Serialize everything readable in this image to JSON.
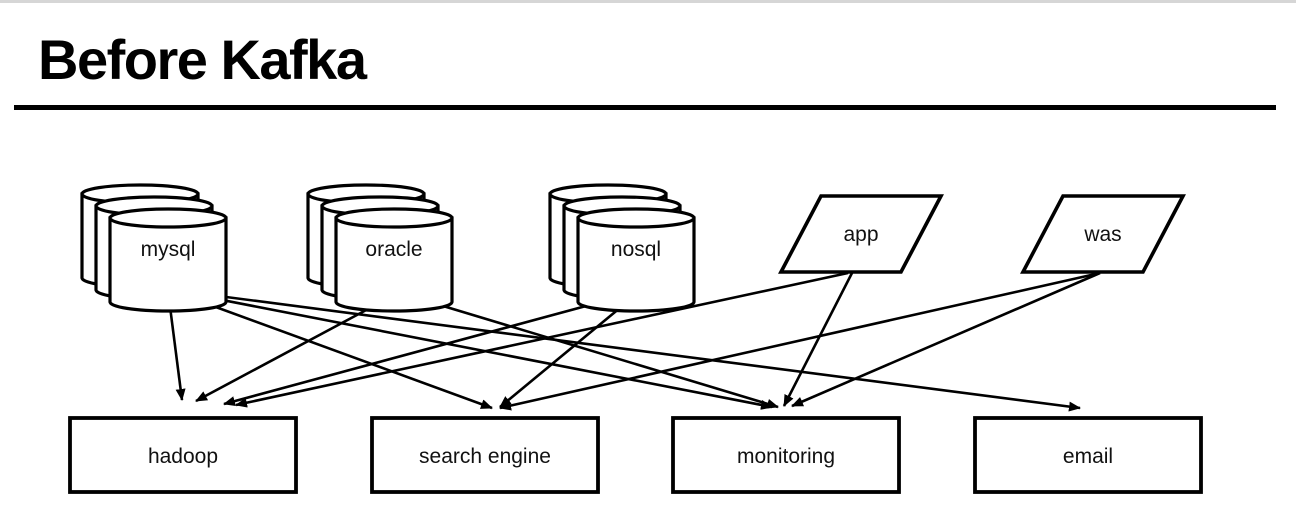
{
  "title": "Before Kafka",
  "sources": [
    {
      "id": "mysql",
      "label": "mysql",
      "shape": "database-stack"
    },
    {
      "id": "oracle",
      "label": "oracle",
      "shape": "database-stack"
    },
    {
      "id": "nosql",
      "label": "nosql",
      "shape": "database-stack"
    },
    {
      "id": "app",
      "label": "app",
      "shape": "parallelogram"
    },
    {
      "id": "was",
      "label": "was",
      "shape": "parallelogram"
    }
  ],
  "targets": [
    {
      "id": "hadoop",
      "label": "hadoop",
      "shape": "rectangle"
    },
    {
      "id": "search-engine",
      "label": "search engine",
      "shape": "rectangle"
    },
    {
      "id": "monitoring",
      "label": "monitoring",
      "shape": "rectangle"
    },
    {
      "id": "email",
      "label": "email",
      "shape": "rectangle"
    }
  ],
  "edges": [
    {
      "from": "mysql",
      "to": "hadoop"
    },
    {
      "from": "mysql",
      "to": "search-engine"
    },
    {
      "from": "mysql",
      "to": "monitoring"
    },
    {
      "from": "mysql",
      "to": "email"
    },
    {
      "from": "oracle",
      "to": "hadoop"
    },
    {
      "from": "oracle",
      "to": "monitoring"
    },
    {
      "from": "nosql",
      "to": "hadoop"
    },
    {
      "from": "nosql",
      "to": "search-engine"
    },
    {
      "from": "app",
      "to": "hadoop"
    },
    {
      "from": "app",
      "to": "monitoring"
    },
    {
      "from": "was",
      "to": "search-engine"
    },
    {
      "from": "was",
      "to": "monitoring"
    }
  ],
  "colors": {
    "stroke": "#000000",
    "fill": "#ffffff",
    "text": "#111111"
  }
}
